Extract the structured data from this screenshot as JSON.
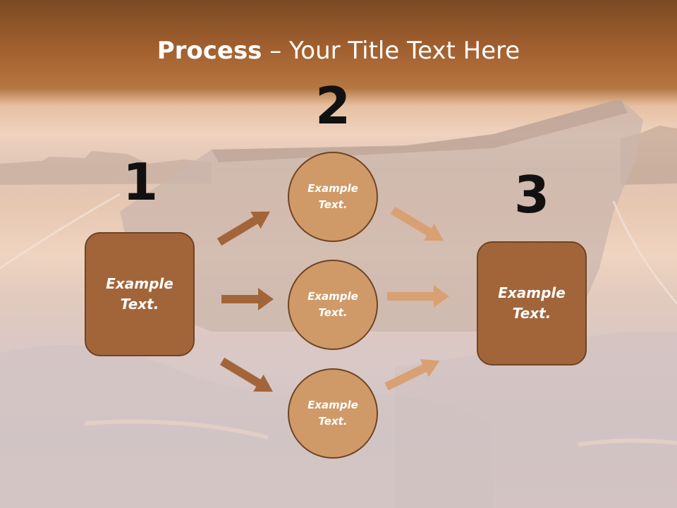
{
  "title": {
    "bold": "Process",
    "rest": " – Your Title Text Here"
  },
  "steps": {
    "one": {
      "number": "1",
      "text": "Example Text."
    },
    "two": {
      "number": "2"
    },
    "three": {
      "number": "3",
      "text": "Example Text."
    }
  },
  "circles": [
    {
      "text": "Example Text."
    },
    {
      "text": "Example Text."
    },
    {
      "text": "Example Text."
    }
  ],
  "colors": {
    "box_fill": "#a2653a",
    "circle_fill": "#cf9a68",
    "outline": "#6e4424",
    "arrow_dark": "#a2653a",
    "arrow_light": "#d9a073"
  }
}
